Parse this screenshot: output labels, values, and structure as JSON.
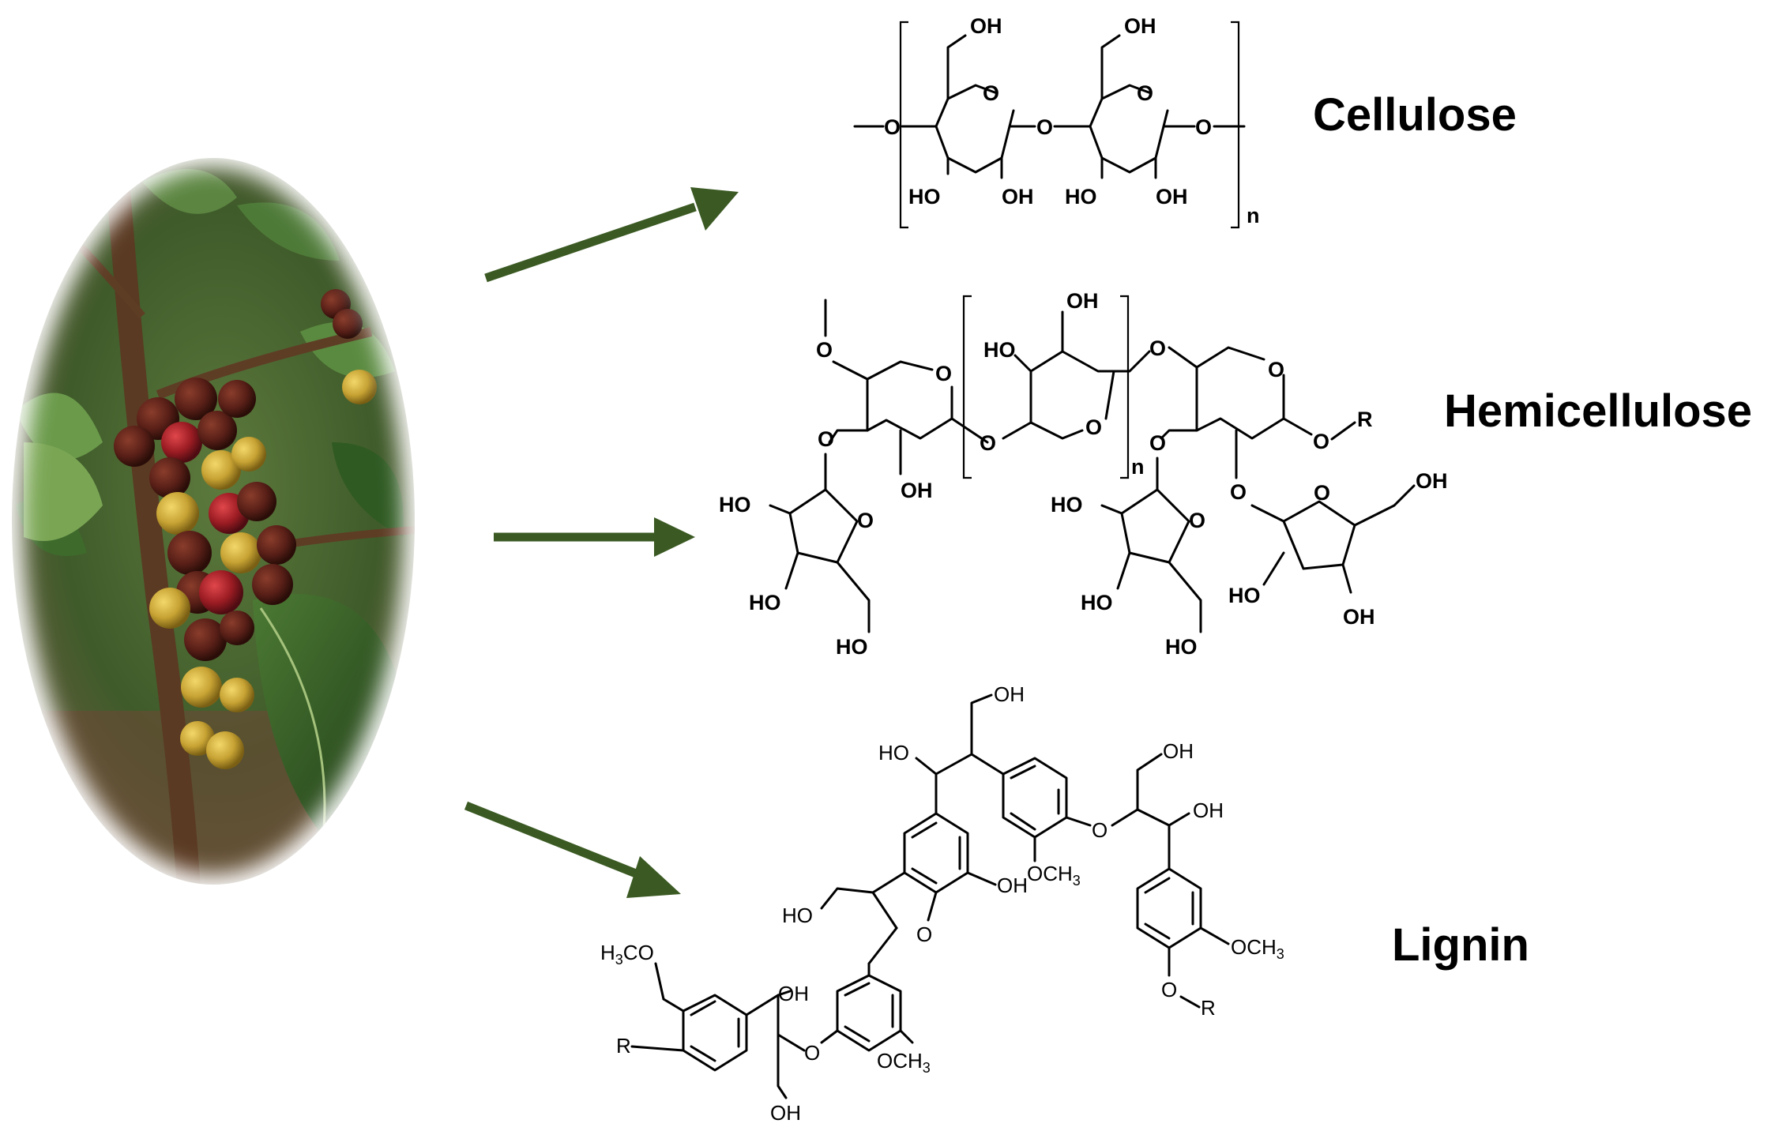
{
  "labels": {
    "cellulose": "Cellulose",
    "hemicellulose": "Hemicellulose",
    "lignin": "Lignin"
  },
  "colors": {
    "arrow": "#3b5a23",
    "text": "#000000",
    "background": "#ffffff"
  },
  "cellulose_atoms": {
    "oh": "OH",
    "ho": "HO",
    "o": "O",
    "n": "n"
  },
  "hemicellulose_atoms": {
    "oh": "OH",
    "ho": "HO",
    "o": "O",
    "n": "n",
    "r": "R"
  },
  "lignin_atoms": {
    "oh": "OH",
    "ho": "HO",
    "o": "O",
    "r": "R",
    "och3": "OCH",
    "h3co_h": "H",
    "h3co_co": "CO",
    "three": "3"
  },
  "photo": {
    "description_icon": "coffee-plant-photo"
  }
}
